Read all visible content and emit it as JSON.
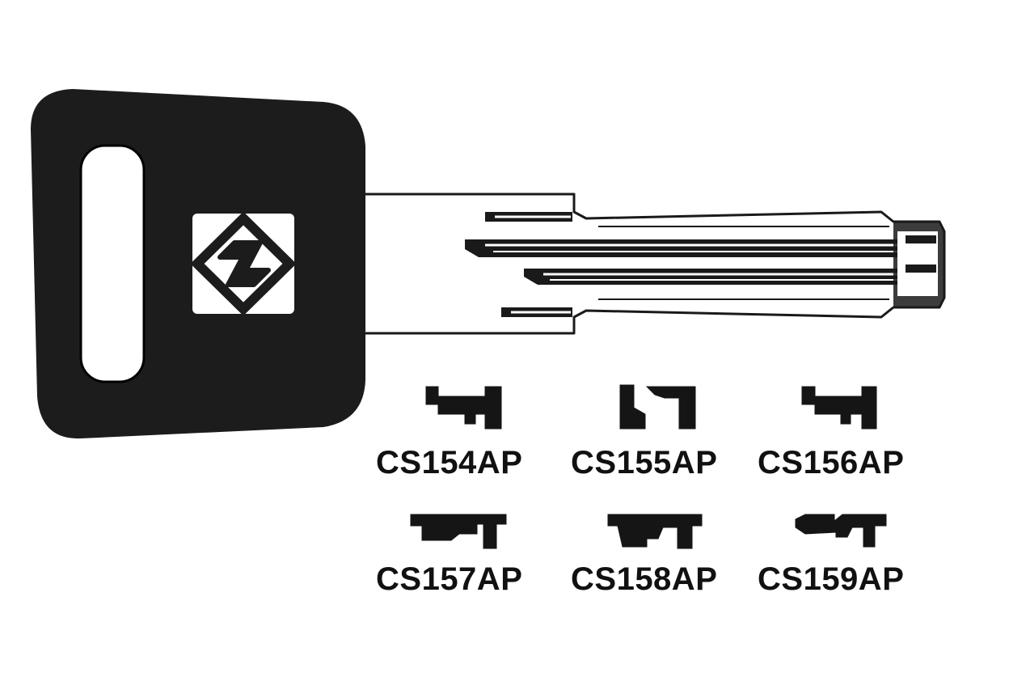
{
  "colors": {
    "key_head": "#1c1c1c",
    "profile_fill": "#151515",
    "outline": "#1a1a1a",
    "background": "#ffffff"
  },
  "key": {
    "head_icon": "stylized-s-diamond-logo-icon"
  },
  "profiles": [
    {
      "code": "CS154AP",
      "shape_icon": "key-profile-icon"
    },
    {
      "code": "CS155AP",
      "shape_icon": "key-profile-icon"
    },
    {
      "code": "CS156AP",
      "shape_icon": "key-profile-icon"
    },
    {
      "code": "CS157AP",
      "shape_icon": "key-profile-icon"
    },
    {
      "code": "CS158AP",
      "shape_icon": "key-profile-icon"
    },
    {
      "code": "CS159AP",
      "shape_icon": "key-profile-icon"
    }
  ]
}
